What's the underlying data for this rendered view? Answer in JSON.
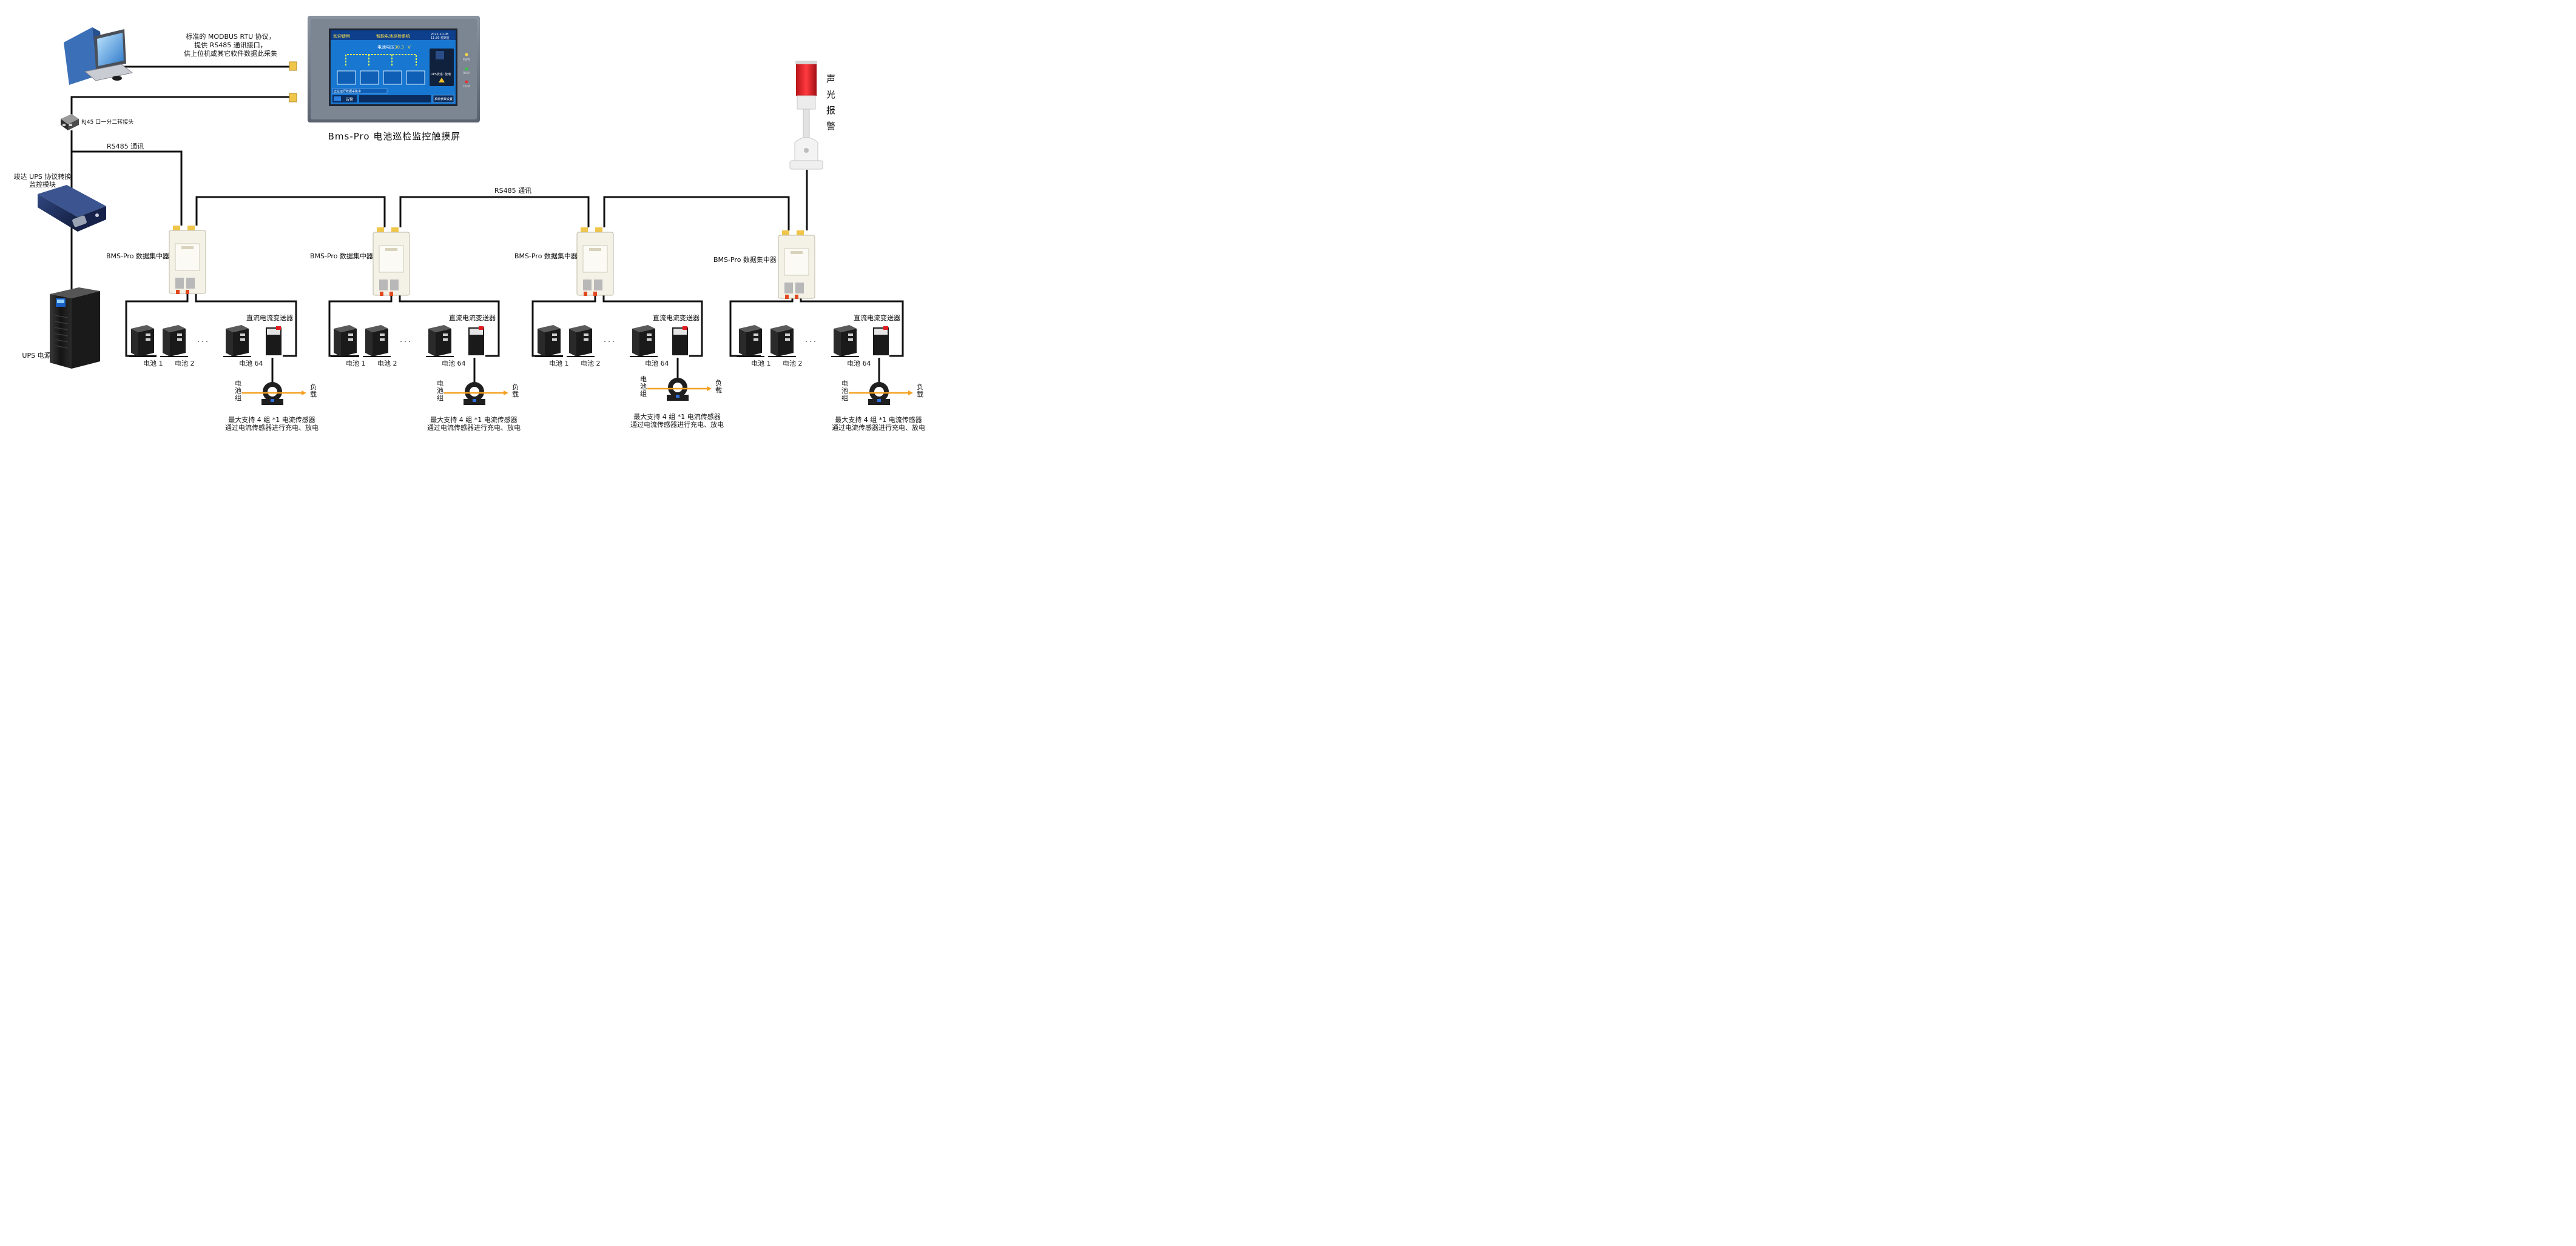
{
  "labels": {
    "modbus_line1": "标准的 MODBUS RTU 协议，",
    "modbus_line2": "提供 RS485 通讯接口，",
    "modbus_line3": "供上位机或其它软件数据此采集",
    "rj45": "RJ45 口一分二转接头",
    "rs485_left": "RS485 通讯",
    "rs485_top": "RS485 通讯",
    "ups_module_line1": "竣达 UPS 协议转换",
    "ups_module_line2": "监控模块",
    "ups_power": "UPS 电源",
    "screen_caption": "Bms-Pro 电池巡检监控触摸屏",
    "alarm_chars": [
      "声",
      "光",
      "报",
      "警"
    ]
  },
  "screen": {
    "welcome": "欢迎使用",
    "title": "智能电池巡检系统",
    "date": "2022-10-08",
    "time": "11:39  星期五",
    "voltage_label": "电池电压",
    "voltage_value": "30.3",
    "voltage_unit": "V",
    "ups_state": "UPS状态: 放电",
    "bottom_status": "正在运行数据采集中",
    "alarm_btn": "告警",
    "nav_btn": "系统参数设置",
    "led_pwr": "PWR",
    "led_run": "RUN",
    "led_com": "COM"
  },
  "groups": [
    {
      "concentrator": "BMS-Pro 数据集中器",
      "transmitter": "直流电流变送器",
      "battery_labels": [
        "电池 1",
        "电池 2",
        "电池 64"
      ],
      "ellipsis": "· · ·",
      "battery_pack": [
        "电",
        "池",
        "组"
      ],
      "load": [
        "负",
        "载"
      ],
      "note_line1": "最大支持 4 组 *1 电流传感器",
      "note_line2": "通过电流传感器进行充电、放电"
    },
    {
      "concentrator": "BMS-Pro 数据集中器",
      "transmitter": "直流电流变送器",
      "battery_labels": [
        "电池 1",
        "电池 2",
        "电池 64"
      ],
      "ellipsis": "· · ·",
      "battery_pack": [
        "电",
        "池",
        "组"
      ],
      "load": [
        "负",
        "载"
      ],
      "note_line1": "最大支持 4 组 *1 电流传感器",
      "note_line2": "通过电流传感器进行充电、放电"
    },
    {
      "concentrator": "BMS-Pro 数据集中器",
      "transmitter": "直流电流变送器",
      "battery_labels": [
        "电池 1",
        "电池 2",
        "电池 64"
      ],
      "ellipsis": "· · ·",
      "battery_pack": [
        "电",
        "池",
        "组"
      ],
      "load": [
        "负",
        "载"
      ],
      "note_line1": "最大支持 4 组 *1 电流传感器",
      "note_line2": "通过电流传感器进行充电、放电"
    },
    {
      "concentrator": "BMS-Pro 数据集中器",
      "transmitter": "直流电流变送器",
      "battery_labels": [
        "电池 1",
        "电池 2",
        "电池 64"
      ],
      "ellipsis": "· · ·",
      "battery_pack": [
        "电",
        "池",
        "组"
      ],
      "load": [
        "负",
        "载"
      ],
      "note_line1": "最大支持 4 组 *1 电流传感器",
      "note_line2": "通过电流传感器进行充电、放电"
    }
  ],
  "colors": {
    "wire": "#111111",
    "connector": "#f0c64a",
    "screen_bg": "#1877d0",
    "alarm_red": "#e21d22",
    "current_arrow": "#f5a020",
    "module_blue": "#1d2e5e"
  }
}
